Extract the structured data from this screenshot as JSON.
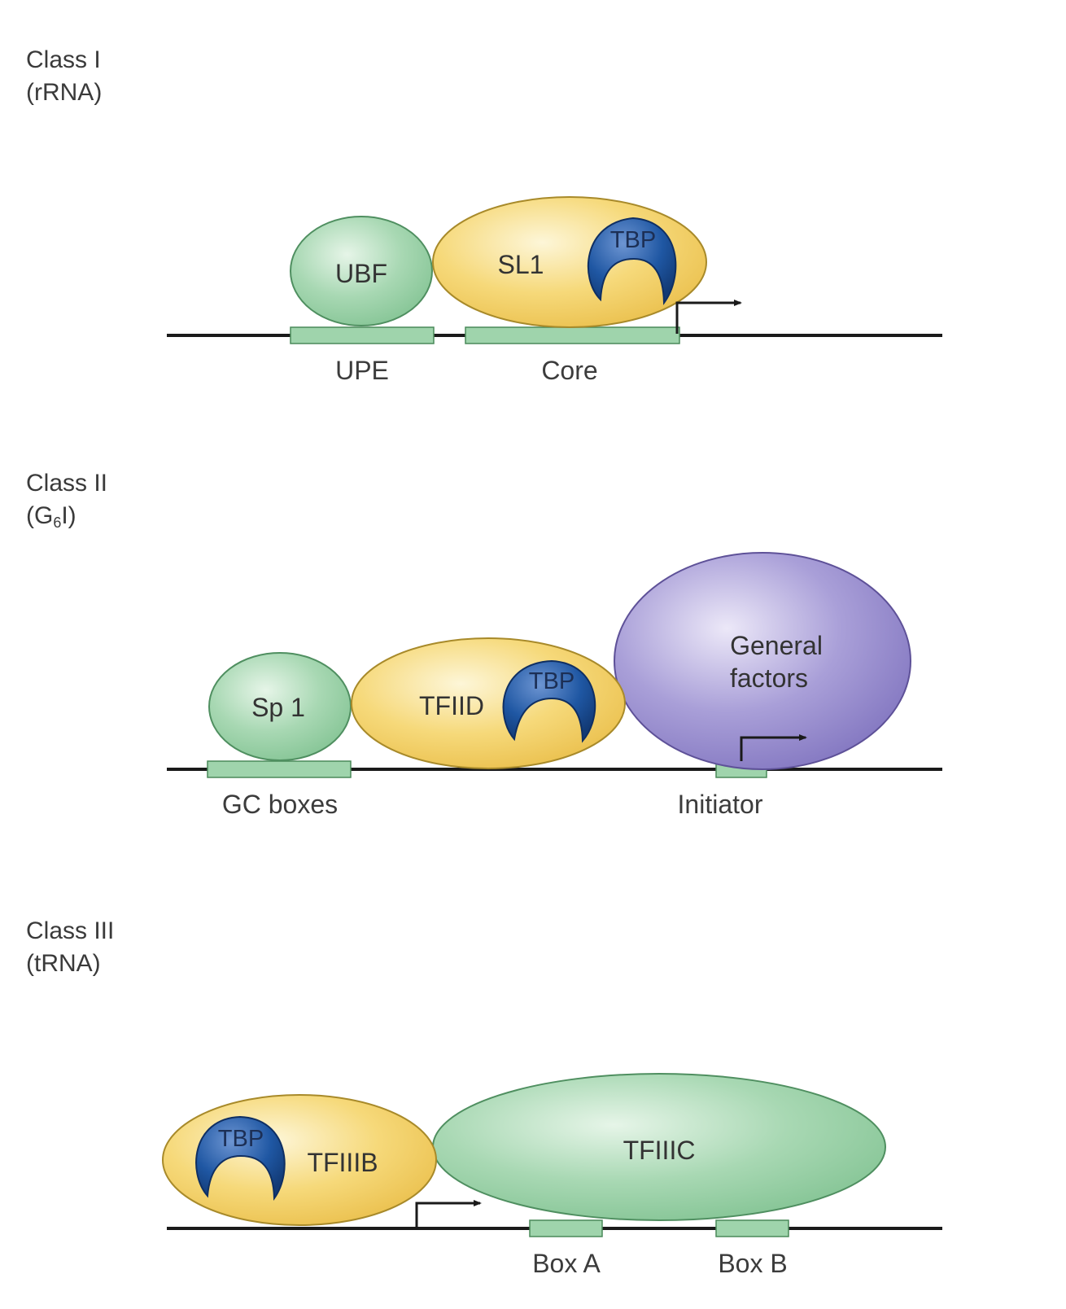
{
  "classes": [
    {
      "name": "Class I",
      "subtitle": "(rRNA)"
    },
    {
      "name": "Class II",
      "subtitle_prefix": "(G",
      "subtitle_sub": "6",
      "subtitle_suffix": "I)"
    },
    {
      "name": "Class III",
      "subtitle": "(tRNA)"
    }
  ],
  "class1": {
    "ubf": "UBF",
    "sl1": "SL1",
    "tbp": "TBP",
    "site_upe": "UPE",
    "site_core": "Core"
  },
  "class2": {
    "sp1": "Sp 1",
    "tfiid": "TFIID",
    "tbp": "TBP",
    "general_1": "General",
    "general_2": "factors",
    "site_gc": "GC boxes",
    "site_initiator": "Initiator"
  },
  "class3": {
    "tfiiib": "TFIIIB",
    "tbp": "TBP",
    "tfiiic": "TFIIIC",
    "site_box_a": "Box A",
    "site_box_b": "Box B"
  },
  "colors": {
    "green": "#9fd4ac",
    "yellow": "#f5d76e",
    "purple": "#9b8fd0",
    "tbp_blue": "#1d4f96",
    "dna": "#1a1a1a"
  }
}
